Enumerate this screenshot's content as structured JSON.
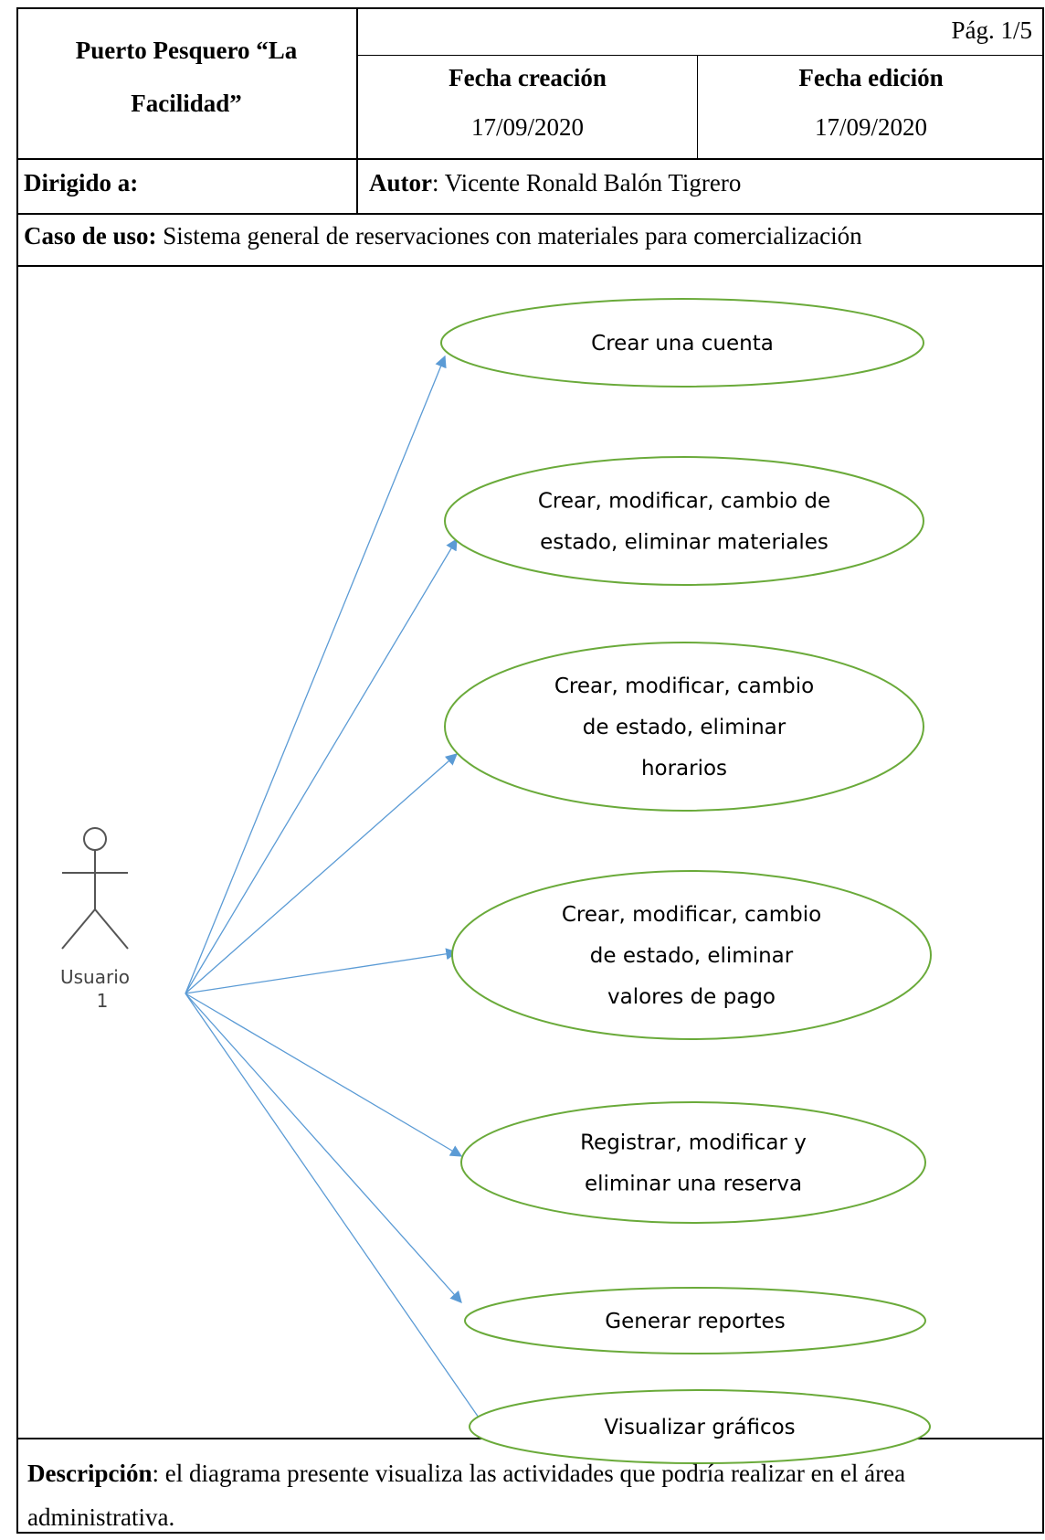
{
  "header": {
    "org_line1": "Puerto Pesquero “La",
    "org_line2": "Facilidad”",
    "page": "Pág. 1/5",
    "created_label": "Fecha creación",
    "created_value": "17/09/2020",
    "edited_label": "Fecha edición",
    "edited_value": "17/09/2020",
    "addressed_label": "Dirigido a:",
    "author_label": "Autor",
    "author_value": ": Vicente Ronald Balón Tigrero",
    "usecase_label": "Caso de uso:",
    "usecase_value": " Sistema general de reservaciones con materiales para comercialización"
  },
  "diagram": {
    "actor": "Usuario",
    "actor_sub": "1",
    "use_cases": [
      {
        "lines": [
          "Crear una cuenta"
        ]
      },
      {
        "lines": [
          "Crear, modificar, cambio de",
          "estado, eliminar materiales"
        ]
      },
      {
        "lines": [
          "Crear, modificar, cambio",
          "de estado, eliminar",
          "horarios"
        ]
      },
      {
        "lines": [
          "Crear, modificar, cambio",
          "de estado, eliminar",
          "valores de pago"
        ]
      },
      {
        "lines": [
          "Registrar, modificar y",
          "eliminar una reserva"
        ]
      },
      {
        "lines": [
          "Generar reportes"
        ]
      },
      {
        "lines": [
          "Visualizar gráficos"
        ]
      }
    ],
    "ellipse_color": "#6aaa3a",
    "arrow_color": "#5b9bd5"
  },
  "description": {
    "label": "Descripción",
    "text": ": el diagrama presente visualiza las actividades que podría realizar en el área administrativa."
  }
}
